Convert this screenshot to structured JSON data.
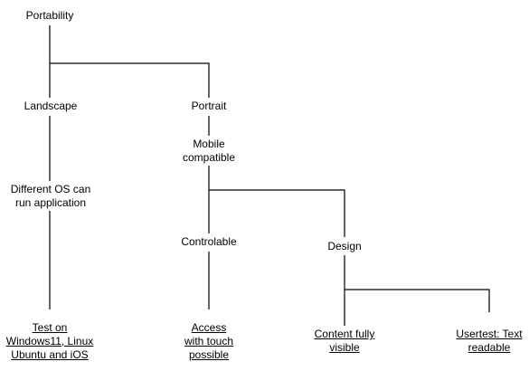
{
  "diagram": {
    "root": "Portability",
    "landscape": "Landscape",
    "portrait": "Portrait",
    "os": [
      "Different OS can",
      "run application"
    ],
    "mobile": [
      "Mobile",
      "compatible"
    ],
    "controlable": "Controlable",
    "design": "Design",
    "test_on": [
      "Test on",
      "Windows11, Linux",
      "Ubuntu and iOS"
    ],
    "access": [
      "Access",
      "with touch",
      "possible"
    ],
    "content": [
      "Content fully",
      "visible"
    ],
    "usertest": [
      "Usertest: Text",
      "readable"
    ]
  }
}
